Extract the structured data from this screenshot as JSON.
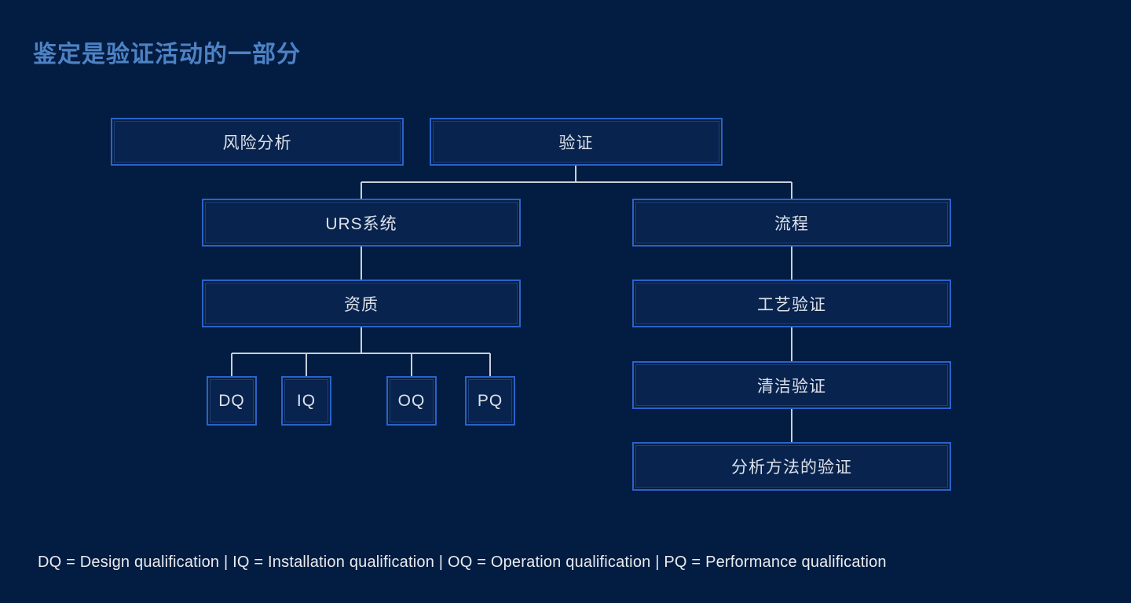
{
  "page": {
    "title": "鉴定是验证活动的一部分",
    "footer_legend": "DQ = Design qualification | IQ = Installation qualification | OQ = Operation qualification | PQ = Performance qualification"
  },
  "colors": {
    "background": "#031c41",
    "box_border": "#2b62c9",
    "box_fill": "#07234e",
    "connector_line": "#c8cfd8",
    "title_text": "#4d82c4",
    "box_text": "#dde2e9"
  },
  "diagram": {
    "nodes": [
      {
        "id": "risk-analysis",
        "label": "风险分析"
      },
      {
        "id": "validation",
        "label": "验证"
      },
      {
        "id": "urs-system",
        "label": "URS系统"
      },
      {
        "id": "process",
        "label": "流程"
      },
      {
        "id": "qualification",
        "label": "资质"
      },
      {
        "id": "dq",
        "label": "DQ"
      },
      {
        "id": "iq",
        "label": "IQ"
      },
      {
        "id": "oq",
        "label": "OQ"
      },
      {
        "id": "pq",
        "label": "PQ"
      },
      {
        "id": "process-validation",
        "label": "工艺验证"
      },
      {
        "id": "cleaning-validation",
        "label": "清洁验证"
      },
      {
        "id": "analytical-method-validation",
        "label": "分析方法的验证"
      }
    ],
    "edges": [
      {
        "from": "validation",
        "to": "urs-system"
      },
      {
        "from": "validation",
        "to": "process"
      },
      {
        "from": "urs-system",
        "to": "qualification"
      },
      {
        "from": "qualification",
        "to": "dq"
      },
      {
        "from": "qualification",
        "to": "iq"
      },
      {
        "from": "qualification",
        "to": "oq"
      },
      {
        "from": "qualification",
        "to": "pq"
      },
      {
        "from": "process",
        "to": "process-validation"
      },
      {
        "from": "process-validation",
        "to": "cleaning-validation"
      },
      {
        "from": "cleaning-validation",
        "to": "analytical-method-validation"
      }
    ]
  }
}
